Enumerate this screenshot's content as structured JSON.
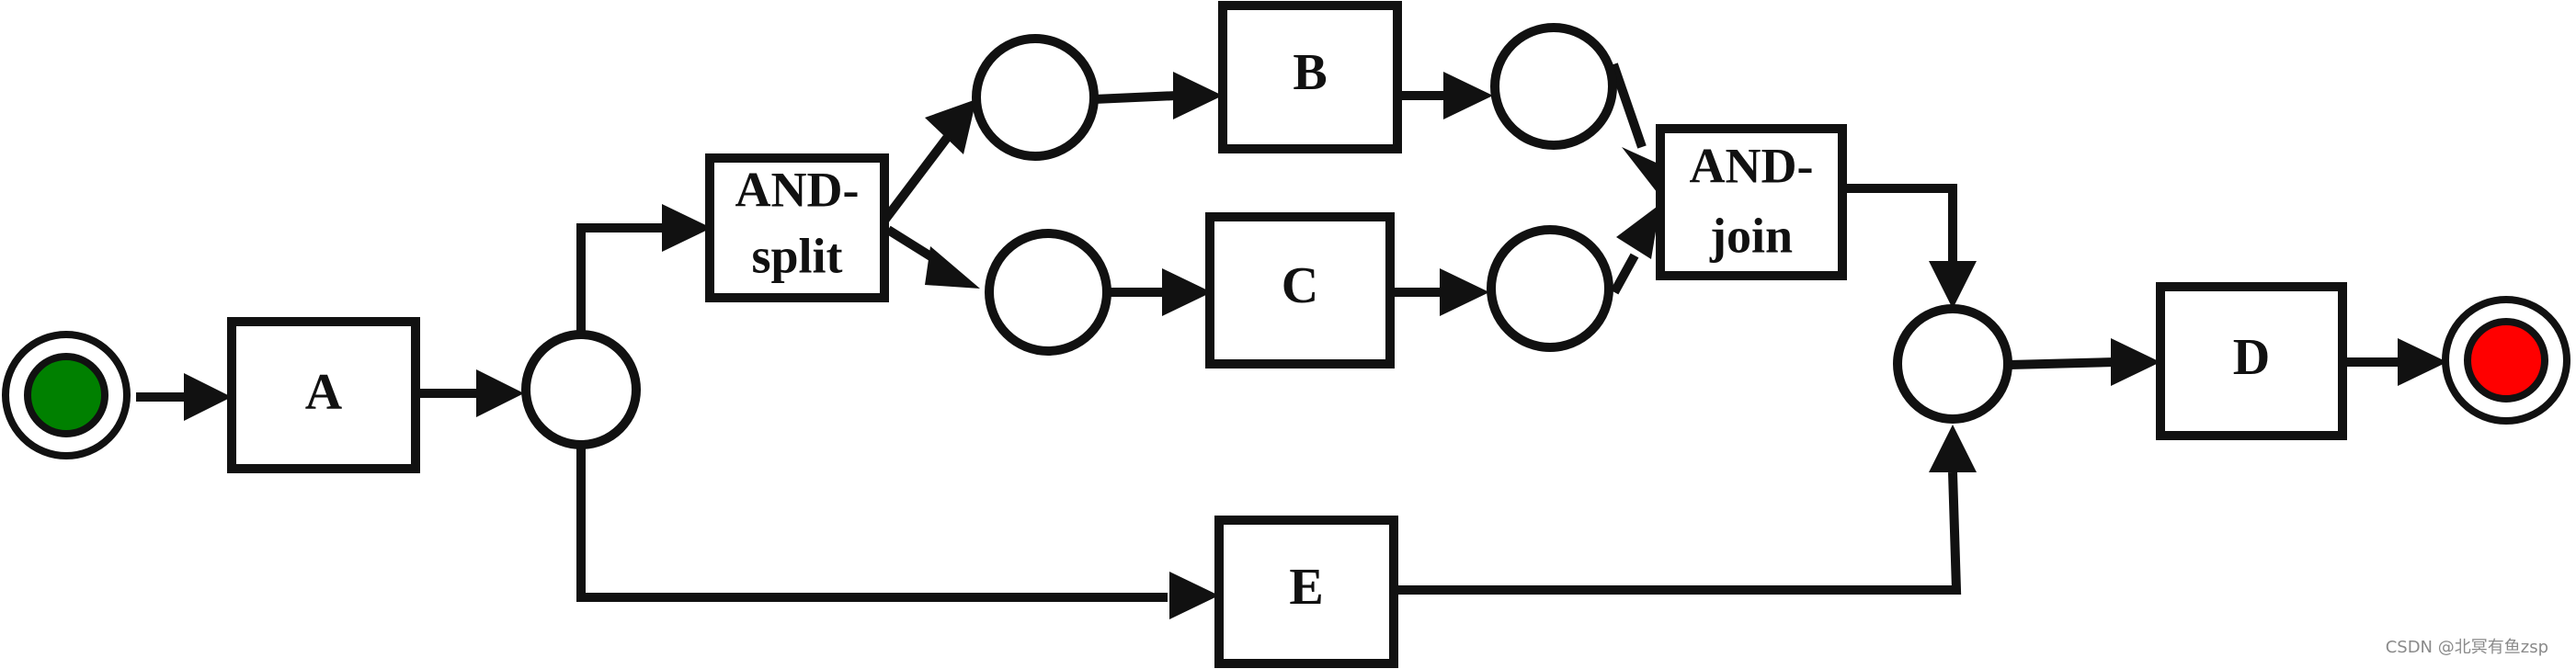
{
  "diagram": {
    "nodes": {
      "start": {
        "fill": "#008000"
      },
      "end": {
        "fill": "#ff0000"
      },
      "task_a": {
        "label": "A"
      },
      "task_b": {
        "label": "B"
      },
      "task_c": {
        "label": "C"
      },
      "task_d": {
        "label": "D"
      },
      "task_e": {
        "label": "E"
      },
      "and_split": {
        "line1": "AND-",
        "line2": "split"
      },
      "and_join": {
        "line1": "AND-",
        "line2": "join"
      }
    }
  },
  "watermark": "CSDN @北冥有鱼zsp",
  "colors": {
    "stroke": "#111111",
    "start_fill": "#008000",
    "end_fill": "#ff0000"
  }
}
